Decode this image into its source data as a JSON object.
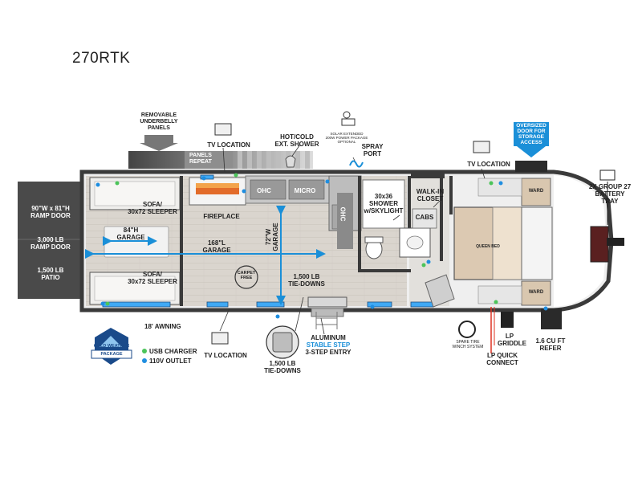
{
  "model": "270RTK",
  "labels": {
    "removable_underbelly": "REMOVABLE\nUNDERBELLY\nPANELS",
    "panels_repeat": "PANELS\nREPEAT",
    "tv_location_top": "TV LOCATION",
    "hot_cold_shower": "HOT/COLD\nEXT. SHOWER",
    "solar_package": "SOLAR EXTENDED\n200W POWER PACKAGE\nOPTIONAL",
    "spray_port": "SPRAY\nPORT",
    "tv_location_bedroom": "TV LOCATION",
    "oversized_door": "OVERSIZED\nDOOR FOR\nSTORAGE\nACCESS",
    "battery_tray": "2X GROUP 27\nBATTERY\nTRAY",
    "ramp_door_size": "90\"W x 81\"H\nRAMP DOOR",
    "ramp_door_weight": "3,000 LB\nRAMP DOOR",
    "patio": "1,500 LB\nPATIO",
    "sofa_top": "SOFA/\n30x72 SLEEPER",
    "sofa_bottom": "SOFA/\n30x72 SLEEPER",
    "garage_height": "84\"H\nGARAGE",
    "garage_length": "168\"L\nGARAGE",
    "garage_width": "72\"W\nGARAGE",
    "fireplace": "FIREPLACE",
    "ohc_1": "OHC",
    "micro": "MICRO",
    "ohc_2": "OHC",
    "carpet_free": "CARPET\nFREE",
    "tie_downs_floor": "1,500 LB\nTIE-DOWNS",
    "shower": "30x36\nSHOWER\nw/SKYLIGHT",
    "walk_in_closet": "WALK-IN\nCLOSET",
    "cabs": "CABS",
    "queen_bed": "QUEEN BED",
    "awning": "18' AWNING",
    "usb_charger": "USB CHARGER",
    "outlet_110v": "110V OUTLET",
    "tv_location_bottom": "TV LOCATION",
    "tie_downs_bottom": "1,500 LB\nTIE-DOWNS",
    "entry_line1": "ALUMINUM",
    "entry_line2": "STABLE STEP",
    "entry_line3": "3-STEP ENTRY",
    "spare_tire": "SPARE TIRE\nWINCH SYSTEM",
    "lp_griddle": "LP\nGRIDDLE",
    "lp_quick_connect": "LP QUICK\nCONNECT",
    "refer": "1.6 CU FT\nREFER",
    "badge_cold": "COLD WEATHER",
    "badge_package": "PACKAGE",
    "wardrobe_top": "WARD",
    "wardrobe_bottom": "WARD"
  },
  "colors": {
    "accent_blue": "#1a8fd8",
    "usb_green": "#4cc45a",
    "outlet_blue": "#1f8ee0",
    "wall_dark": "#3a3a3a",
    "floor_wood": "#d8d3cc",
    "ramp_dark": "#4a4a4a"
  }
}
